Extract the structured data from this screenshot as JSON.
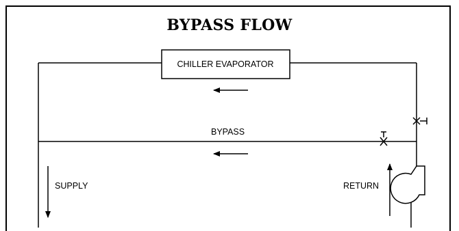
{
  "title": "BYPASS FLOW",
  "components": {
    "evaporator_label": "CHILLER EVAPORATOR",
    "bypass_label": "BYPASS",
    "supply_label": "SUPPLY",
    "return_label": "RETURN"
  },
  "icons": [
    "flow-arrow-left",
    "flow-arrow-down",
    "flow-arrow-up",
    "valve",
    "pump"
  ]
}
